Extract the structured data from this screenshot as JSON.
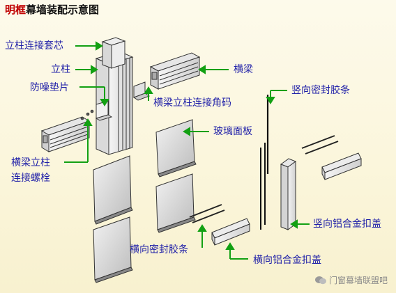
{
  "title": {
    "part1": "明框",
    "part2": "幕墙装配示意图"
  },
  "labels": {
    "mullion_sleeve": "立柱连接套芯",
    "mullion": "立柱",
    "noise_pad": "防噪垫片",
    "transom": "横梁",
    "transom_mullion_clip": "横梁立柱连接角码",
    "vertical_gasket": "竖向密封胶条",
    "glass_panel": "玻璃面板",
    "transom_mullion_bolt_line1": "横梁立柱",
    "transom_mullion_bolt_line2": "连接螺栓",
    "vertical_cover": "竖向铝合金扣盖",
    "horizontal_gasket": "横向密封胶条",
    "horizontal_cover": "横向铝合金扣盖"
  },
  "watermark": "门窗幕墙联盟吧",
  "colors": {
    "arrow": "#12a012",
    "label": "#1f1fa8",
    "title_accent": "#c00000",
    "background": "#fbf6dc"
  }
}
